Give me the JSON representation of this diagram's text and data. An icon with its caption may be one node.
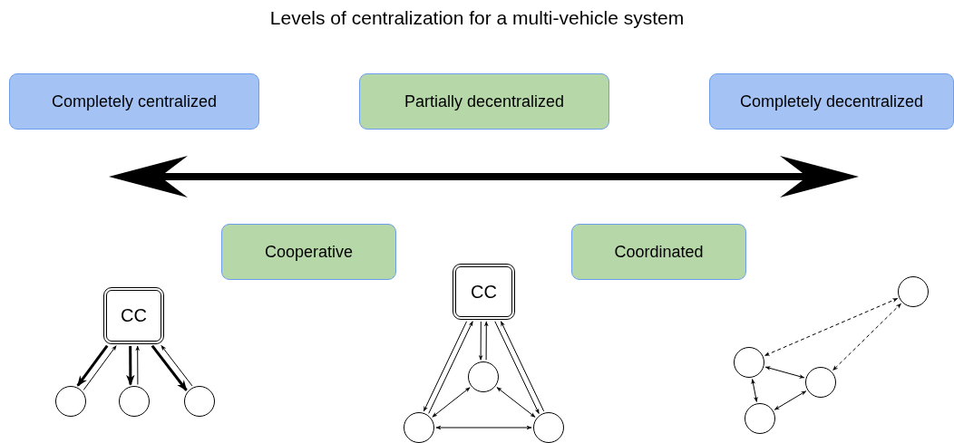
{
  "diagram": {
    "title": "Levels of centralization for a multi-vehicle system",
    "nodes": [
      {
        "text": [
          "Completely centralized"
        ]
      },
      {
        "text": [
          "Partially decentralized"
        ]
      },
      {
        "text": [
          "Completely decentralized"
        ]
      },
      {
        "text": [
          "Cooperative"
        ]
      },
      {
        "text": [
          "Coordinated"
        ]
      },
      {
        "text": [
          "CC"
        ]
      },
      {
        "text": [],
        "shape": "circle"
      },
      {
        "text": [],
        "shape": "circle"
      },
      {
        "text": [],
        "shape": "circle"
      },
      {
        "text": [
          "CC"
        ]
      },
      {
        "text": [],
        "shape": "circle"
      },
      {
        "text": [],
        "shape": "circle"
      },
      {
        "text": [],
        "shape": "circle"
      },
      {
        "text": [],
        "shape": "circle"
      },
      {
        "text": [],
        "shape": "circle"
      },
      {
        "text": [],
        "shape": "circle"
      },
      {
        "text": [],
        "shape": "circle"
      }
    ],
    "edges": [
      {
        "from": 5,
        "to": 6,
        "arrow": "to",
        "style": "thick"
      },
      {
        "from": 6,
        "to": 5,
        "arrow": "to"
      },
      {
        "from": 5,
        "to": 7,
        "arrow": "to",
        "style": "thick"
      },
      {
        "from": 7,
        "to": 5,
        "arrow": "to"
      },
      {
        "from": 5,
        "to": 8,
        "arrow": "to",
        "style": "thick"
      },
      {
        "from": 8,
        "to": 5,
        "arrow": "to"
      },
      {
        "from": 11,
        "to": 9,
        "arrow": "to"
      },
      {
        "from": 9,
        "to": 11,
        "arrow": "to"
      },
      {
        "from": 10,
        "to": 9,
        "arrow": "to"
      },
      {
        "from": 9,
        "to": 10,
        "arrow": "to"
      },
      {
        "from": 12,
        "to": 9,
        "arrow": "to"
      },
      {
        "from": 9,
        "to": 12,
        "arrow": "to"
      },
      {
        "from": 10,
        "to": 11,
        "arrow": "both"
      },
      {
        "from": 10,
        "to": 12,
        "arrow": "both"
      },
      {
        "from": 11,
        "to": 12,
        "arrow": "both"
      },
      {
        "from": 13,
        "to": 14,
        "arrow": "both",
        "style": "dashed"
      },
      {
        "from": 13,
        "to": 15,
        "arrow": "both",
        "style": "dashed"
      },
      {
        "from": 14,
        "to": 15,
        "arrow": "both"
      },
      {
        "from": 14,
        "to": 16,
        "arrow": "both"
      },
      {
        "from": 15,
        "to": 16,
        "arrow": "both"
      }
    ]
  }
}
